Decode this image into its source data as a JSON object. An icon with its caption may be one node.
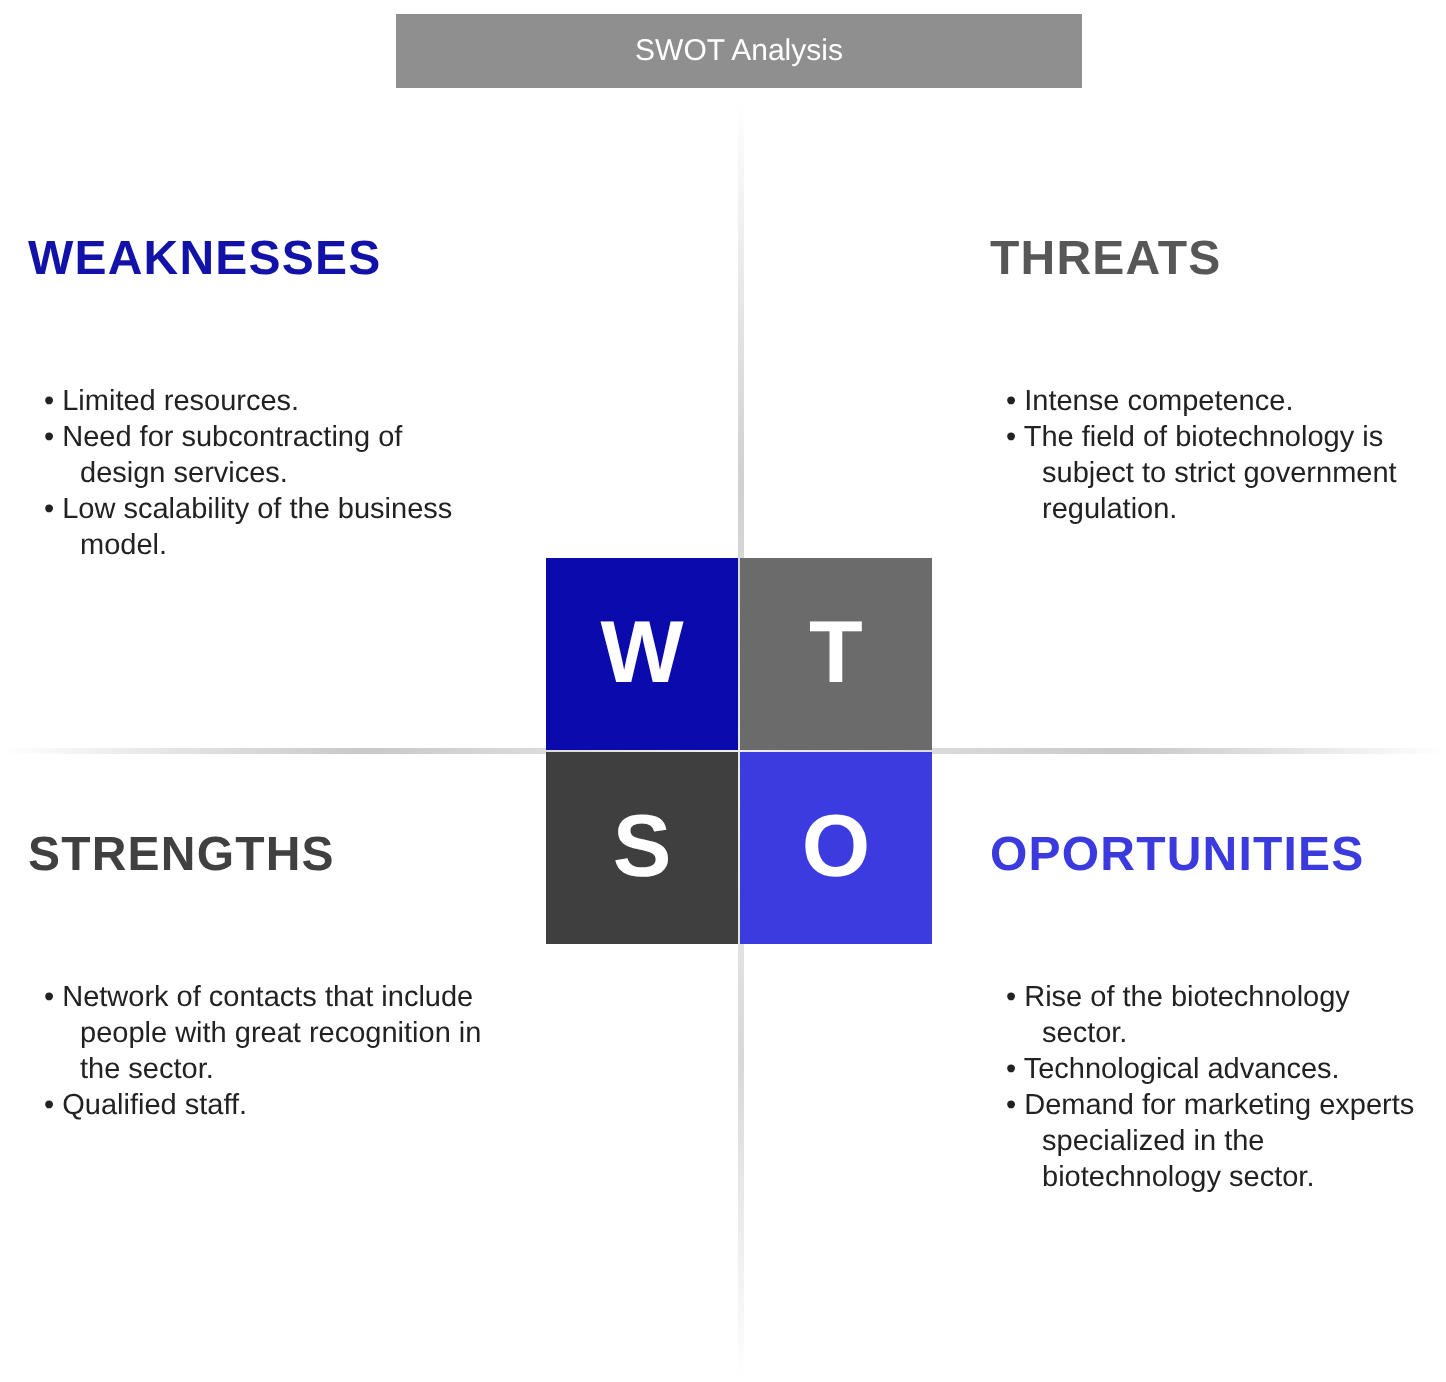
{
  "diagram": {
    "title": "SWOT Analysis",
    "nodes": [
      {
        "text": [
          "WEAKNESSES",
          "• Limited resources.",
          "• Need for subcontracting of design services.",
          "• Low scalability of the business model."
        ]
      },
      {
        "text": [
          "THREATS",
          "• Intense competence.",
          "• The field of biotechnology is subject to strict government regulation."
        ]
      },
      {
        "text": [
          "STRENGTHS",
          "• Network of contacts that include people with great recognition in the sector.",
          "• Qualified staff."
        ]
      },
      {
        "text": [
          "OPORTUNITIES",
          "• Rise of the biotechnology sector.",
          "• Technological advances.",
          "• Demand for marketing experts specialized in the biotechnology sector."
        ]
      },
      {
        "text": [
          "W"
        ]
      },
      {
        "text": [
          "T"
        ]
      },
      {
        "text": [
          "S"
        ]
      },
      {
        "text": [
          "O"
        ]
      }
    ]
  }
}
